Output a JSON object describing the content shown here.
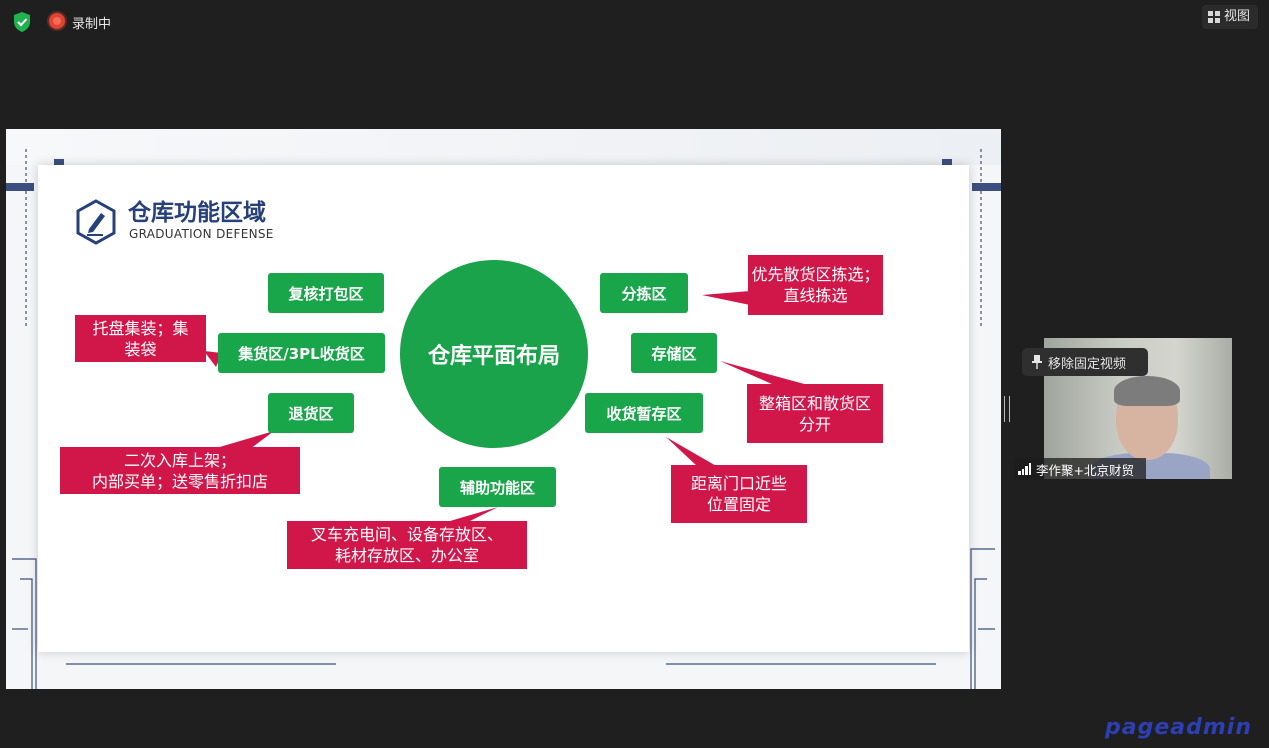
{
  "topbar": {
    "recording_label": "录制中",
    "view_label": "视图"
  },
  "slide": {
    "title": "仓库功能区域",
    "subtitle": "GRADUATION DEFENSE",
    "center_label": "仓库平面布局",
    "green_zones": {
      "review_pack": "复核打包区",
      "consolidation": "集货区/3PL收货区",
      "returns": "退货区",
      "auxiliary": "辅助功能区",
      "picking": "分拣区",
      "storage": "存储区",
      "staging": "收货暂存区"
    },
    "notes": {
      "consolidation": [
        "托盘集装；集",
        "装袋"
      ],
      "returns": [
        "二次入库上架；",
        "内部买单；送零售折扣店"
      ],
      "auxiliary": [
        "叉车充电间、设备存放区、",
        "耗材存放区、办公室"
      ],
      "picking": [
        "优先散货区拣选；",
        "直线拣选"
      ],
      "storage": [
        "整箱区和散货区",
        "分开"
      ],
      "staging": [
        "距离门口近些",
        "位置固定"
      ]
    }
  },
  "video": {
    "pin_label": "移除固定视频",
    "participant_name": "李作聚+北京财贸"
  },
  "watermark": "pageadmin",
  "colors": {
    "zone_green": "#19a54a",
    "note_red": "#d1164a",
    "title_navy": "#26407a"
  }
}
